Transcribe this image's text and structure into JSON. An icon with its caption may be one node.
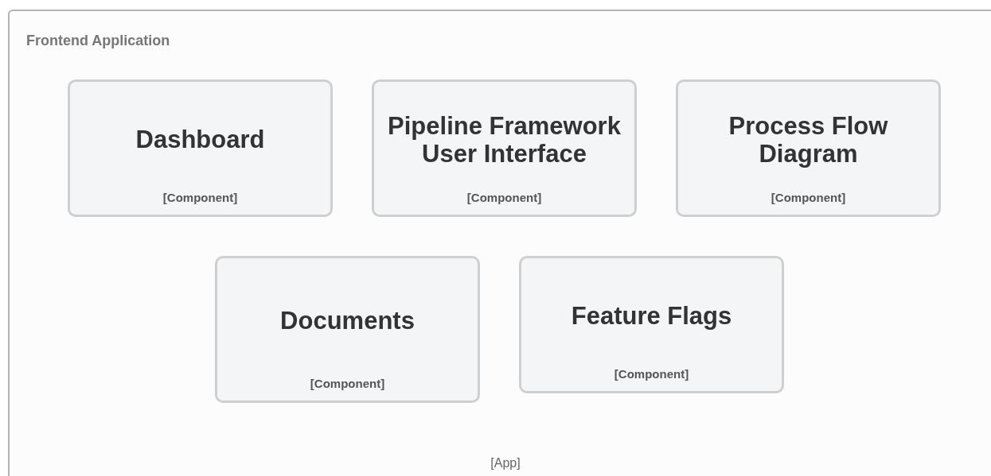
{
  "diagram": {
    "nodes": [
      {
        "text": [
          "Frontend Application",
          "[App]"
        ]
      },
      {
        "text": [
          "Dashboard",
          "[Component]"
        ],
        "in": 0
      },
      {
        "text": [
          "Pipeline Framework User Interface",
          "[Component]"
        ],
        "in": 0
      },
      {
        "text": [
          "Process Flow Diagram",
          "[Component]"
        ],
        "in": 0
      },
      {
        "text": [
          "Documents",
          "[Component]"
        ],
        "in": 0
      },
      {
        "text": [
          "Feature Flags",
          "[Component]"
        ],
        "in": 0
      }
    ]
  }
}
